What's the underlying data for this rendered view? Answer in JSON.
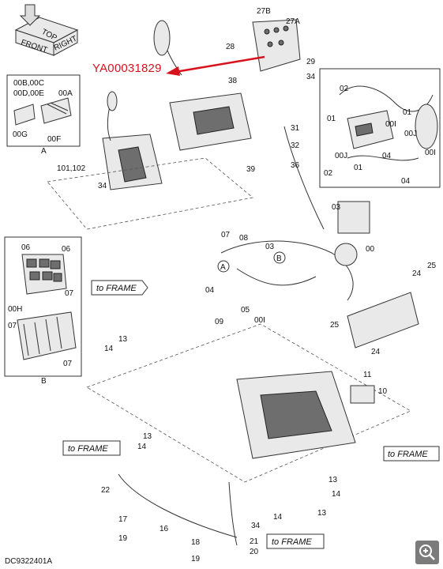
{
  "orientation_cube": {
    "top": "TOP",
    "front": "FRONT",
    "right": "RIGHT"
  },
  "highlight": {
    "part_number": "YA00031829",
    "color": "#d8121d"
  },
  "drawing_code": "DC9322401A",
  "detail_A": {
    "letter": "A",
    "labels": [
      "00B,00C",
      "00D,00E",
      "00A",
      "00G",
      "00F"
    ]
  },
  "detail_B": {
    "letter": "B",
    "labels": [
      "06",
      "06",
      "00H",
      "07",
      "07",
      "07"
    ]
  },
  "frame_labels": [
    "to FRAME",
    "to FRAME",
    "to FRAME",
    "to FRAME"
  ],
  "circle_labels": [
    "A",
    "B"
  ],
  "callouts": {
    "c27b": "27B",
    "c27a": "27A",
    "c28": "28",
    "c29": "29",
    "c34a": "34",
    "c38": "38",
    "c31": "31",
    "c32": "32",
    "c36": "36",
    "c39": "39",
    "c101": "101,102",
    "c34b": "34",
    "c03a": "03",
    "c00": "00",
    "c07a": "07",
    "c08": "08",
    "c03b": "03",
    "c04a": "04",
    "c05": "05",
    "c09": "09",
    "c00i": "00I",
    "c25a": "25",
    "c24a": "24",
    "c25b": "25",
    "c24b": "24",
    "c14a": "14",
    "c13a": "13",
    "c11": "11",
    "c10": "10",
    "c13b": "13",
    "c14b": "14",
    "c13c": "13",
    "c14c": "14",
    "c22": "22",
    "c17": "17",
    "c19a": "19",
    "c16": "16",
    "c14d": "14",
    "c13d": "13",
    "c34c": "34",
    "c18": "18",
    "c21": "21",
    "c20": "20",
    "c19b": "19"
  },
  "inset_callouts": {
    "i02a": "02",
    "i01a": "01",
    "i00ia": "00I",
    "i01b": "01",
    "i00j": "00J",
    "i00ib": "00I",
    "i00ja": "00J",
    "i04a": "04",
    "i01c": "01",
    "i02b": "02",
    "i04b": "04"
  },
  "zoom_button": {
    "icon": "zoom-in-icon"
  }
}
